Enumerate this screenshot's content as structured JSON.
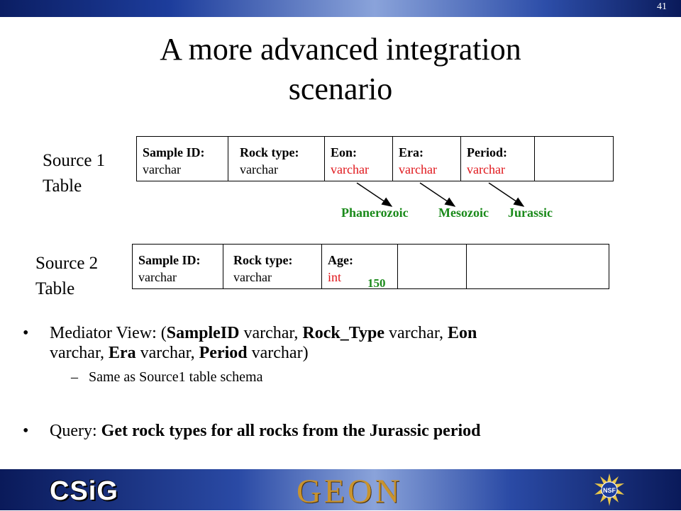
{
  "slide_number": "41",
  "title_line1": "A more advanced integration",
  "title_line2": "scenario",
  "source1": {
    "label_line1": "Source 1",
    "label_line2": "Table",
    "columns": [
      {
        "name": "Sample ID:",
        "type": "varchar"
      },
      {
        "name": "Rock type:",
        "type": "varchar"
      },
      {
        "name": "Eon:",
        "type": "varchar"
      },
      {
        "name": "Era:",
        "type": "varchar"
      },
      {
        "name": "Period:",
        "type": "varchar"
      }
    ],
    "annotations": [
      "Phanerozoic",
      "Mesozoic",
      "Jurassic"
    ]
  },
  "source2": {
    "label_line1": "Source 2",
    "label_line2": "Table",
    "columns": [
      {
        "name": "Sample ID:",
        "type": "varchar"
      },
      {
        "name": "Rock type:",
        "type": "varchar"
      },
      {
        "name": "Age:",
        "type": "int"
      }
    ],
    "age_value": "150"
  },
  "bullets": {
    "mediator_prefix": "Mediator View: (",
    "mediator_f1": "SampleID",
    "mediator_t1": " varchar, ",
    "mediator_f2": "Rock_Type",
    "mediator_t2": " varchar, ",
    "mediator_f3": "Eon",
    "mediator_t3": "varchar, ",
    "mediator_f4": "Era",
    "mediator_t4": " varchar, ",
    "mediator_f5": "Period",
    "mediator_t5": " varchar)",
    "sub_dash": "–",
    "sub_text": "Same as Source1 table schema",
    "query_prefix": "Query: ",
    "query_text": "Get rock types for all rocks from the Jurassic period"
  },
  "footer": {
    "logo_left": "CSiG",
    "logo_center": "GEON",
    "logo_right": "NSF"
  },
  "colors": {
    "red": "#e0161b",
    "green": "#1a8a1a",
    "geon_gold": "#c8932e"
  }
}
